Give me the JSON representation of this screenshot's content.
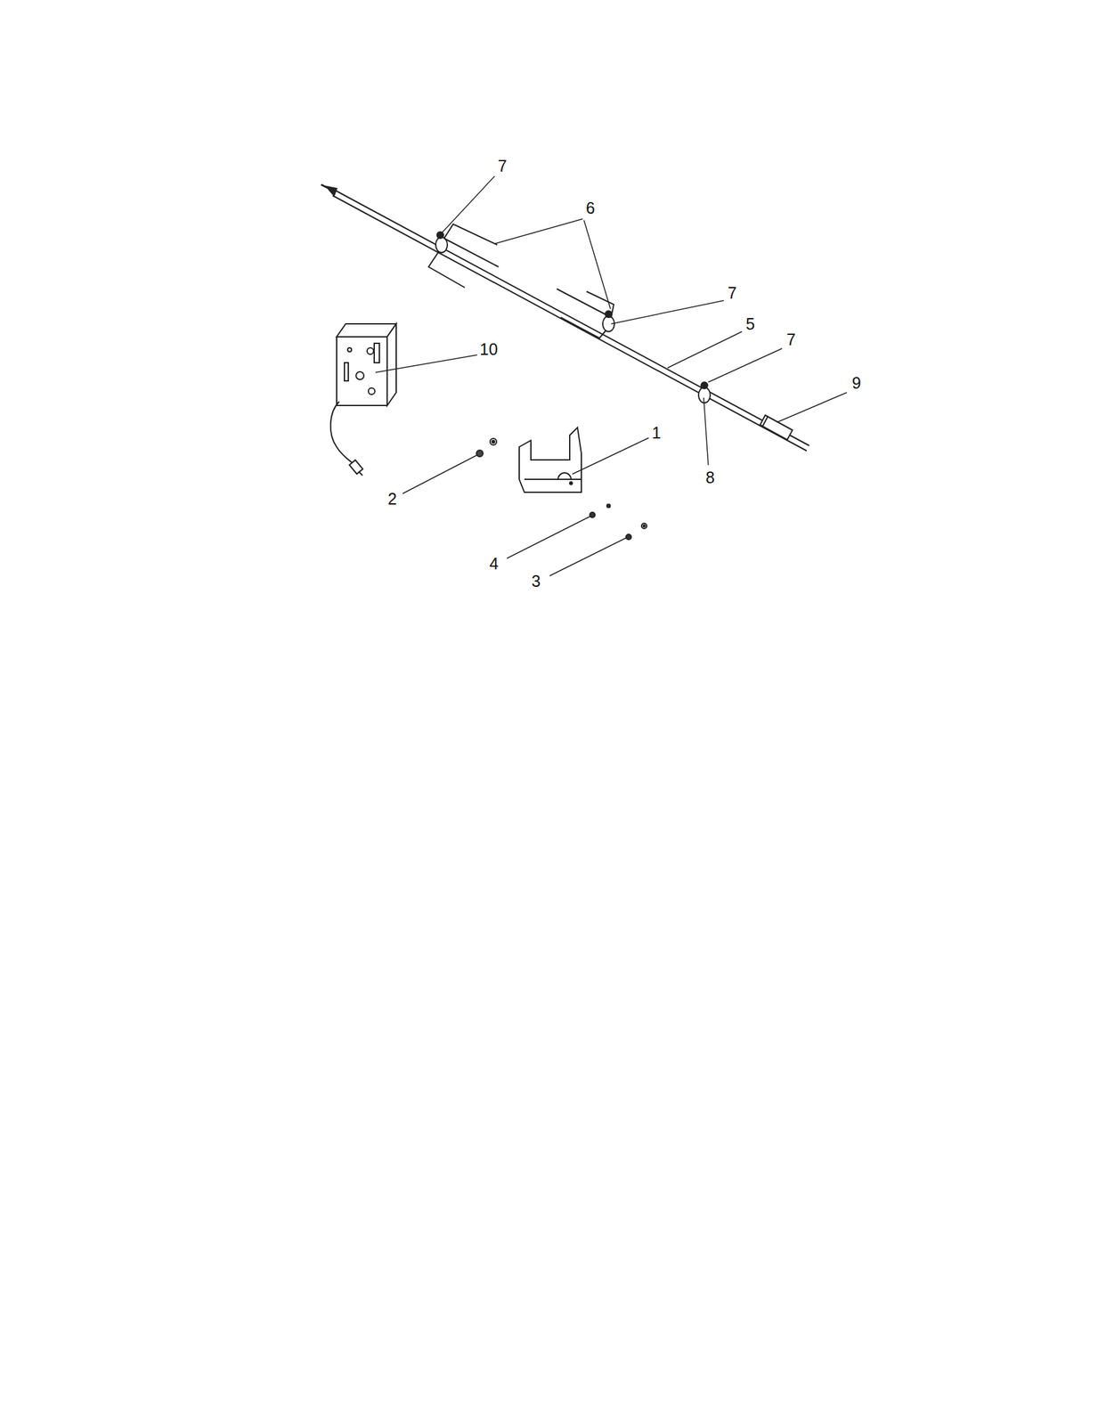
{
  "diagram": {
    "labels": [
      "7",
      "6",
      "7",
      "5",
      "7",
      "10",
      "9",
      "1",
      "2",
      "8",
      "4",
      "3"
    ]
  }
}
